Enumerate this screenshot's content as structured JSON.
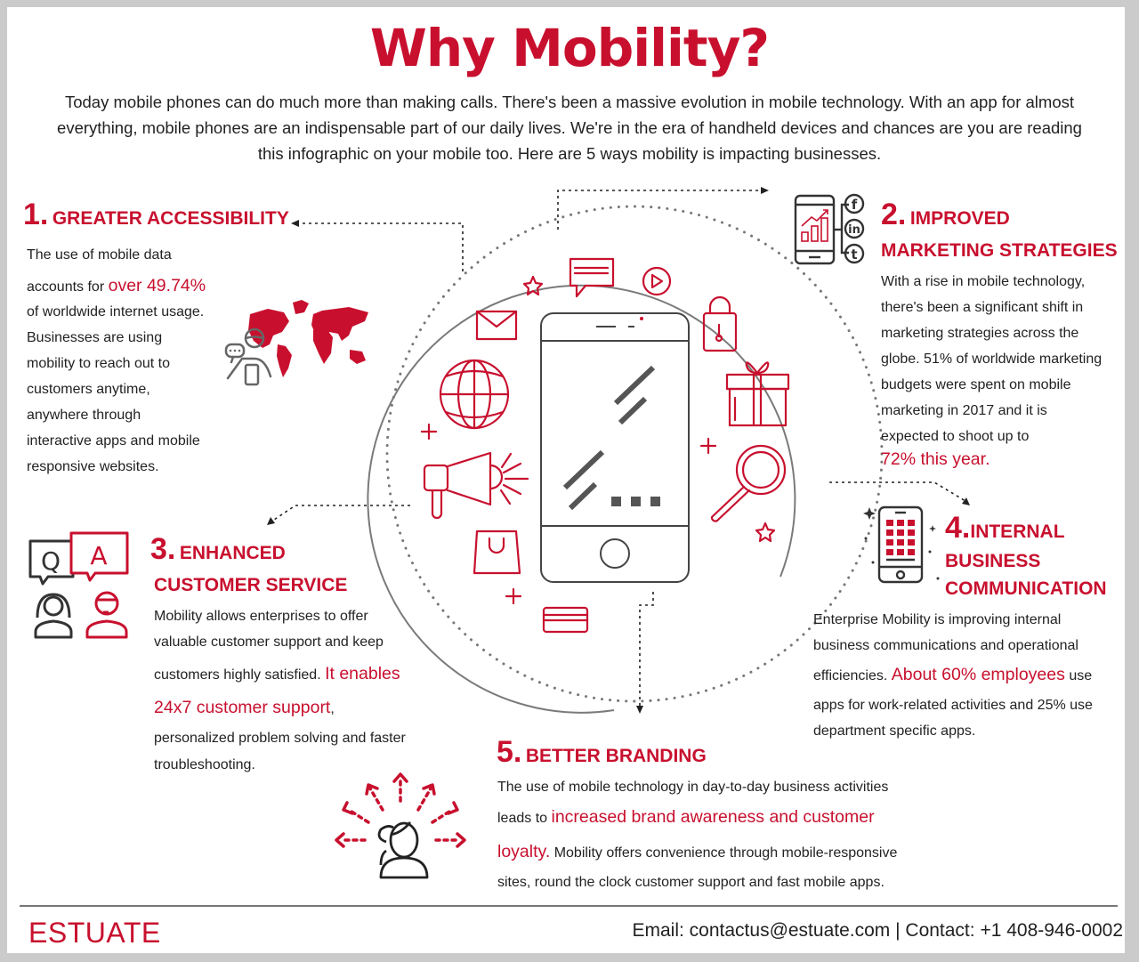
{
  "header": {
    "title": "Why Mobility?",
    "intro": [
      "Today mobile phones can do much more than making calls. There's been a massive evolution in mobile technology. With an app for almost",
      "everything, mobile phones are an indispensable part of our daily lives. We're in the era of handheld devices and chances are you are reading",
      "this infographic on your mobile too. Here are 5 ways mobility is impacting businesses."
    ]
  },
  "colors": {
    "accent": "#c8102e",
    "text": "#222222",
    "frame": "#cbcbcb",
    "icon_gray": "#3a3a3a"
  },
  "sections": [
    {
      "number": "1.",
      "heading": "GREATER ACCESSIBILITY",
      "lines": [
        "The use of mobile data",
        "accounts for ",
        "over 49.74%",
        "of worldwide internet usage.",
        "Businesses are using",
        "mobility to reach out to",
        "customers anytime,",
        "anywhere through",
        "interactive apps and mobile",
        "responsive websites."
      ],
      "icon": "world-map-user-icon"
    },
    {
      "number": "2.",
      "heading_line1": "IMPROVED",
      "heading_line2": "MARKETING STRATEGIES",
      "lines": [
        "With a rise in mobile technology,",
        "there's been a significant shift in",
        "marketing strategies across the",
        "globe. 51% of worldwide marketing",
        "budgets were spent on mobile",
        "marketing in 2017 and it is",
        "expected to shoot up to"
      ],
      "highlight": "72% this year.",
      "icon": "phone-social-chart-icon",
      "social": [
        "f",
        "in",
        "t"
      ]
    },
    {
      "number": "3.",
      "heading_line1": "ENHANCED",
      "heading_line2": "CUSTOMER SERVICE",
      "line1": "Mobility allows enterprises to offer",
      "line2": "valuable customer support and keep",
      "line3_pre": "customers highly satisfied. ",
      "line3_hl": "It enables",
      "line4_hl": "24x7 customer support",
      "line4_post": ",",
      "line5": "personalized problem solving and faster",
      "line6": "troubleshooting.",
      "icon": "qa-support-icon",
      "q": "Q",
      "a": "A"
    },
    {
      "number": "4.",
      "heading_line1": "INTERNAL",
      "heading_line2": "BUSINESS",
      "heading_line3": "COMMUNICATION",
      "line1": "Enterprise Mobility is improving internal",
      "line2": "business communications and operational",
      "line3_pre": "efficiencies. ",
      "line3_hl": "About 60% employees",
      "line3_post": " use",
      "line4": "apps for work-related activities and 25% use",
      "line5": "department specific apps.",
      "icon": "phone-apps-grid-icon"
    },
    {
      "number": "5.",
      "heading": "BETTER BRANDING",
      "line1": "The use of mobile technology in day-to-day business activities",
      "line2_pre": "leads to ",
      "line2_hl": "increased brand awareness and customer",
      "line3_hl": "loyalty.",
      "line3_post": " Mobility offers convenience through mobile-responsive",
      "line4": "sites, round the clock customer support and fast mobile apps.",
      "icon": "person-broadcast-arrows-icon"
    }
  ],
  "center_icons": [
    "star-icon",
    "chat-bubble-icon",
    "play-button-icon",
    "envelope-icon",
    "padlock-icon",
    "globe-icon",
    "gift-icon",
    "megaphone-icon",
    "magnifier-icon",
    "shopping-bag-icon",
    "credit-card-icon",
    "plus-icon",
    "smartphone-icon"
  ],
  "footer": {
    "logo": "ESTUATE",
    "contact": "Email: contactus@estuate.com | Contact: +1 408-946-0002"
  }
}
